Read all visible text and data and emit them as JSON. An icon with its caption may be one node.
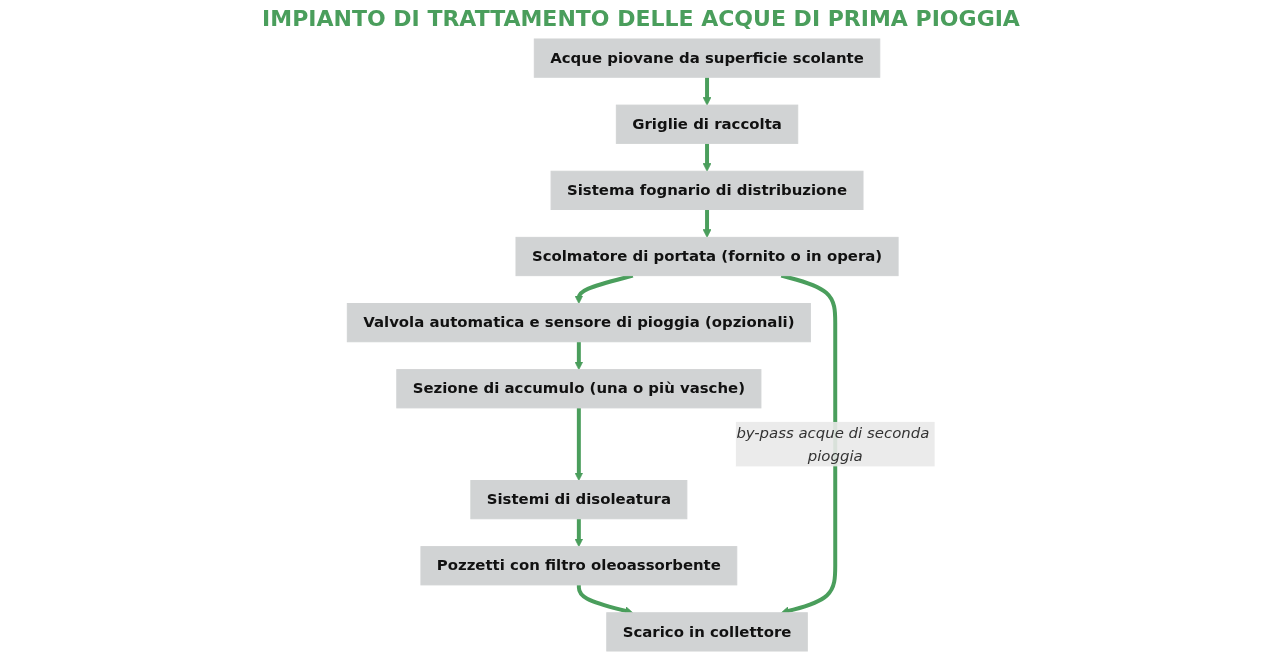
{
  "diagram": {
    "title": "IMPIANTO DI TRATTAMENTO DELLE ACQUE DI PRIMA PIOGGIA",
    "nodes": [
      {
        "text": [
          "Acque piovane da superficie scolante"
        ]
      },
      {
        "text": [
          "Griglie di raccolta"
        ]
      },
      {
        "text": [
          "Sistema fognario di distribuzione"
        ]
      },
      {
        "text": [
          "Sezione di accumulo (una o più vasche)"
        ]
      },
      {
        "text": [
          "Valvola automatica e sensore di pioggia (opzionali)"
        ]
      },
      {
        "text": [
          "Scolmatore di portata (fornito o in opera)"
        ]
      },
      {
        "text": [
          "Sistemi di disoleatura"
        ]
      },
      {
        "text": [
          "Pozzetti con filtro oleoassorbente"
        ]
      },
      {
        "text": [
          "Scarico in collettore"
        ]
      }
    ],
    "edges": [
      {
        "from": 0,
        "to": 1,
        "arrow": "to"
      },
      {
        "from": 1,
        "to": 2,
        "arrow": "to"
      },
      {
        "from": 2,
        "to": 5,
        "arrow": "to"
      },
      {
        "from": 5,
        "to": 4,
        "arrow": "to"
      },
      {
        "from": 4,
        "to": 3,
        "arrow": "to"
      },
      {
        "from": 3,
        "to": 6,
        "arrow": "to"
      },
      {
        "from": 6,
        "to": 7,
        "arrow": "to"
      },
      {
        "from": 7,
        "to": 8,
        "arrow": "to"
      },
      {
        "from": 5,
        "to": 8,
        "arrow": "to",
        "label": "by-pass acque di seconda pioggia"
      }
    ]
  }
}
